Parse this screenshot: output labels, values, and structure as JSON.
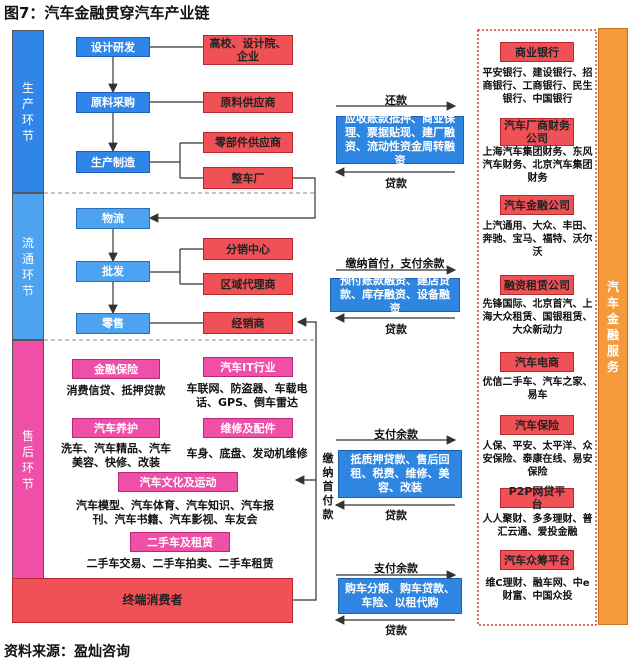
{
  "title": "图7：汽车金融贯穿汽车产业链",
  "source": "资料来源：盈灿咨询",
  "stages": {
    "production": "生产环节",
    "circulation": "流通环节",
    "aftermarket": "售后环节"
  },
  "production": {
    "design": "设计研发",
    "universities": "高校、设计院、企业",
    "procurement": "原料采购",
    "raw_supplier": "原料供应商",
    "manufacturing": "生产制造",
    "parts_supplier": "零部件供应商",
    "oem": "整车厂"
  },
  "circulation": {
    "logistics": "物流",
    "wholesale": "批发",
    "retail": "零售",
    "distribution_center": "分销中心",
    "regional_agent": "区域代理商",
    "dealer": "经销商"
  },
  "aftermarket": {
    "insurance": "金融保险",
    "insurance_desc": "消费信贷、抵押贷款",
    "it": "汽车IT行业",
    "it_desc": "车联网、防盗器、车载电话、GPS、倒车雷达",
    "care": "汽车养护",
    "care_desc": "洗车、汽车精品、汽车美容、快修、改装",
    "repair": "维修及配件",
    "repair_desc": "车身、底盘、发动机维修",
    "culture": "汽车文化及运动",
    "culture_desc": "汽车模型、汽车体育、汽车知识、汽车报刊、汽车书籍、汽车影视、车友会",
    "used": "二手车及租赁",
    "used_desc": "二手车交易、二手车拍卖、二手车租赁",
    "consumer": "终端消费者"
  },
  "flows": {
    "repay": "还款",
    "loan": "贷款",
    "pay_down": "缴纳首付，支付余款",
    "pay_rest": "支付余款",
    "pay_down_v": "缴纳首付款",
    "f1": "应收账款抵押、商业保理、票据贴现、建厂融资、流动性资金周转融资",
    "f2": "预付账款融资、建店贷款、库存融资、设备融资",
    "f3": "抵质押贷款、售后回租、税费、维修、美容、改装",
    "f4": "购车分期、购车贷款、车险、以租代购"
  },
  "services": {
    "label": "汽车金融服务",
    "items": [
      {
        "name": "商业银行",
        "desc": "平安银行、建设银行、招商银行、工商银行、民生银行、中国银行"
      },
      {
        "name": "汽车厂商财务公司",
        "desc": "上海汽车集团财务、东风汽车财务、北京汽车集团财务"
      },
      {
        "name": "汽车金融公司",
        "desc": "上汽通用、大众、丰田、奔驰、宝马、福特、沃尔沃"
      },
      {
        "name": "融资租赁公司",
        "desc": "先锋国际、北京首汽、上海大众租赁、国银租赁、大众新动力"
      },
      {
        "name": "汽车电商",
        "desc": "优信二手车、汽车之家、易车"
      },
      {
        "name": "汽车保险",
        "desc": "人保、平安、太平洋、众安保险、泰康在线、易安保险"
      },
      {
        "name": "P2P网贷平台",
        "desc": "人人聚财、多多理财、普汇云通、爱投金融"
      },
      {
        "name": "汽车众筹平台",
        "desc": "维C理财、融车网、中e财富、中国众投"
      }
    ]
  },
  "colors": {
    "blue": "#2f86e8",
    "red": "#f05156",
    "pink": "#ef4fa6",
    "orange": "#f59a3a"
  }
}
